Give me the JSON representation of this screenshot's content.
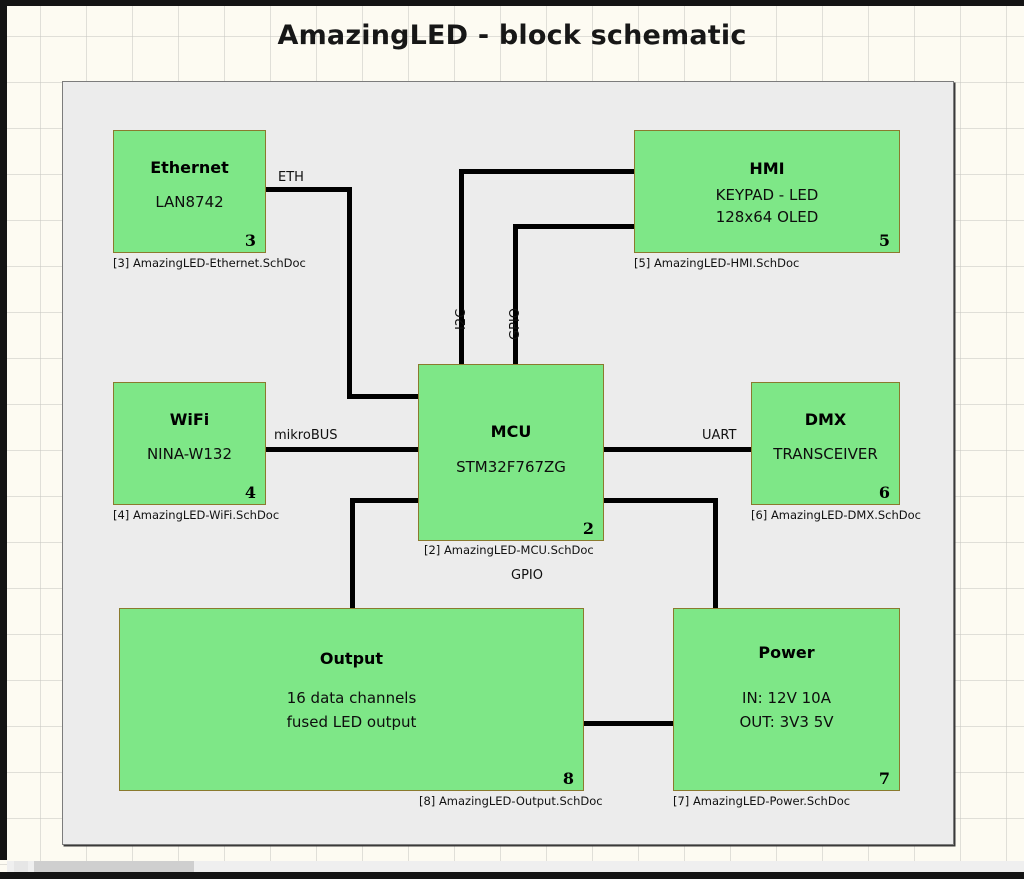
{
  "page": {
    "title": "AmazingLED - block schematic",
    "background_color": "#fdfbf2",
    "panel_color": "#ececec",
    "block_fill": "#7ee787",
    "block_border": "#8a7a2e",
    "wire_color": "#000000"
  },
  "blocks": [
    {
      "id": "ethernet",
      "name": "Ethernet",
      "lines": [
        "LAN8742"
      ],
      "number": "3",
      "caption": "[3] AmazingLED-Ethernet.SchDoc"
    },
    {
      "id": "hmi",
      "name": "HMI",
      "lines": [
        "KEYPAD - LED",
        "128x64 OLED"
      ],
      "number": "5",
      "caption": "[5] AmazingLED-HMI.SchDoc"
    },
    {
      "id": "wifi",
      "name": "WiFi",
      "lines": [
        "NINA-W132"
      ],
      "number": "4",
      "caption": "[4] AmazingLED-WiFi.SchDoc"
    },
    {
      "id": "mcu",
      "name": "MCU",
      "lines": [
        "STM32F767ZG"
      ],
      "number": "2",
      "caption": "[2] AmazingLED-MCU.SchDoc"
    },
    {
      "id": "dmx",
      "name": "DMX",
      "lines": [
        "TRANSCEIVER"
      ],
      "number": "6",
      "caption": "[6] AmazingLED-DMX.SchDoc"
    },
    {
      "id": "output",
      "name": "Output",
      "lines": [
        "16 data channels",
        "fused LED output"
      ],
      "number": "8",
      "caption": "[8] AmazingLED-Output.SchDoc"
    },
    {
      "id": "power",
      "name": "Power",
      "lines": [
        "IN: 12V  10A",
        "OUT: 3V3  5V"
      ],
      "number": "7",
      "caption": "[7] AmazingLED-Power.SchDoc"
    }
  ],
  "net_labels": {
    "eth": "ETH",
    "i2c": "I2C",
    "gpio_top": "GPIO",
    "mikrobus": "mikroBUS",
    "uart": "UART",
    "gpio_bottom": "GPIO"
  },
  "connections": [
    {
      "from": "ethernet",
      "to": "mcu",
      "label": "ETH"
    },
    {
      "from": "mcu",
      "to": "hmi",
      "label": "I2C"
    },
    {
      "from": "mcu",
      "to": "hmi",
      "label": "GPIO"
    },
    {
      "from": "wifi",
      "to": "mcu",
      "label": "mikroBUS"
    },
    {
      "from": "mcu",
      "to": "dmx",
      "label": "UART"
    },
    {
      "from": "mcu",
      "to": "output",
      "label": "GPIO"
    },
    {
      "from": "mcu",
      "to": "power",
      "label": ""
    },
    {
      "from": "output",
      "to": "power",
      "label": ""
    }
  ],
  "scrollbar": {
    "orientation": "horizontal"
  }
}
